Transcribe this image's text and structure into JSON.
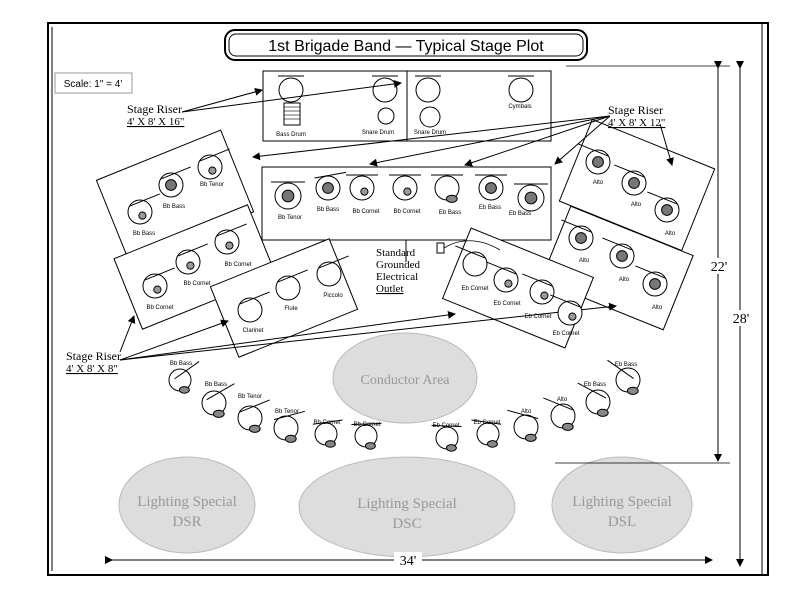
{
  "title": "1st Brigade Band — Typical Stage Plot",
  "scale": "Scale: 1\" = 4'",
  "dims": {
    "width": "34'",
    "depth_inner": "22'",
    "depth_outer": "28'"
  },
  "risers": {
    "big": {
      "title": "Stage Riser",
      "size": "4' X 8' X 16\""
    },
    "mid": {
      "title": "Stage Riser",
      "size": "4' X 8' X 12\""
    },
    "small": {
      "title": "Stage Riser",
      "size": "4' X 8' X 8\""
    }
  },
  "outlet": [
    "Standard",
    "Grounded",
    "Electrical",
    "Outlet"
  ],
  "areas": {
    "conductor": "Conductor Area",
    "dsr": [
      "Lighting Special",
      "DSR"
    ],
    "dsc": [
      "Lighting Special",
      "DSC"
    ],
    "dsl": [
      "Lighting Special",
      "DSL"
    ]
  },
  "instruments": {
    "bass_drum": "Bass Drum",
    "snare_drum": "Snare Drum",
    "snare_drum_2": "Snare Drum",
    "cymbals": "Cymbals",
    "center_row": [
      "Bb Tenor",
      "Bb Bass",
      "Bb Cornet",
      "Bb Cornet",
      "Eb Bass",
      "Eb Bass",
      "Eb Bass"
    ],
    "left_upper": [
      "Bb Tenor",
      "Bb Bass",
      "Bb Bass"
    ],
    "left_lower": [
      "Bb Cornet",
      "Bb Cornet",
      "Bb Cornet"
    ],
    "left_front": [
      "Clarinet",
      "Flute",
      "Piccolo"
    ],
    "right_upper": [
      "Alto",
      "Alto",
      "Alto"
    ],
    "right_mid": [
      "Alto",
      "Alto",
      "Alto"
    ],
    "right_front": [
      "Eb Cornet",
      "Eb Cornet",
      "Eb Cornet",
      "Eb Cornet"
    ],
    "floor": [
      "Bb Bass",
      "Bb Bass",
      "Bb Tenor",
      "Bb Tenor",
      "Bb Cornet",
      "Bb Cornet",
      "Eb Cornet",
      "Eb Cornet",
      "Alto",
      "Alto",
      "Eb Bass",
      "Eb Bass"
    ]
  }
}
